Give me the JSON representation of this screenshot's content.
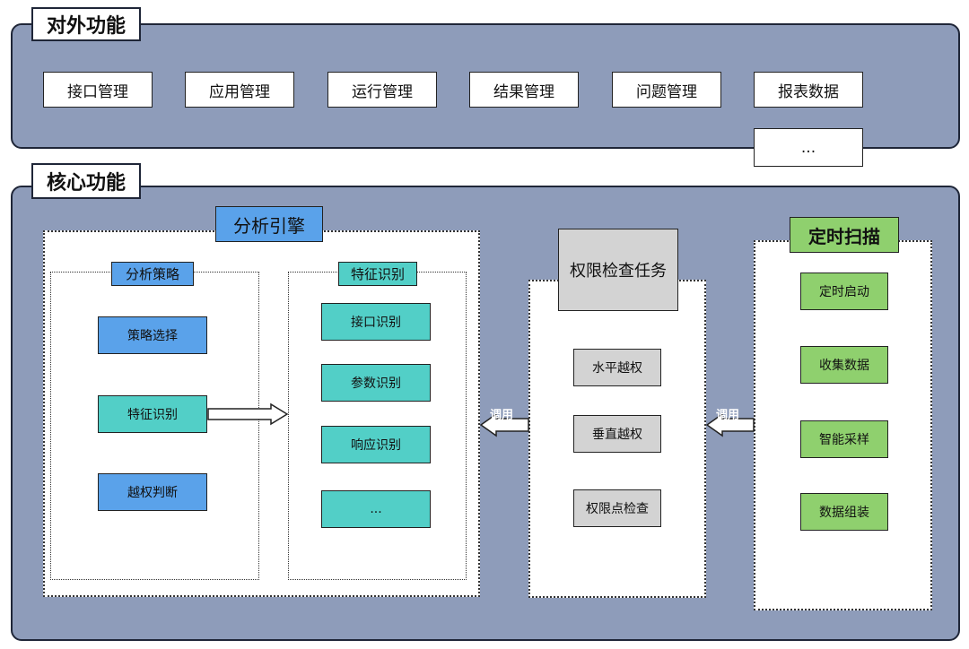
{
  "external": {
    "title": "对外功能",
    "items": [
      "接口管理",
      "应用管理",
      "运行管理",
      "结果管理",
      "问题管理",
      "报表数据"
    ],
    "more": "..."
  },
  "core": {
    "title": "核心功能",
    "engine": {
      "title": "分析引擎",
      "strategy": {
        "title": "分析策略",
        "items": [
          "策略选择",
          "特征识别",
          "越权判断"
        ]
      },
      "feature": {
        "title": "特征识别",
        "items": [
          "接口识别",
          "参数识别",
          "响应识别",
          "..."
        ]
      }
    },
    "permission": {
      "title": "权限检查任务",
      "items": [
        "水平越权",
        "垂直越权",
        "权限点检查"
      ]
    },
    "schedule": {
      "title": "定时扫描",
      "items": [
        "定时启动",
        "收集数据",
        "智能采样",
        "数据组装"
      ]
    },
    "call_label_1": "调用",
    "call_label_2": "调用"
  },
  "colors": {
    "panel": "#8e9cba",
    "blue": "#5aa2ea",
    "teal": "#52cfc7",
    "gray": "#d3d3d3",
    "green": "#8fd06e"
  }
}
